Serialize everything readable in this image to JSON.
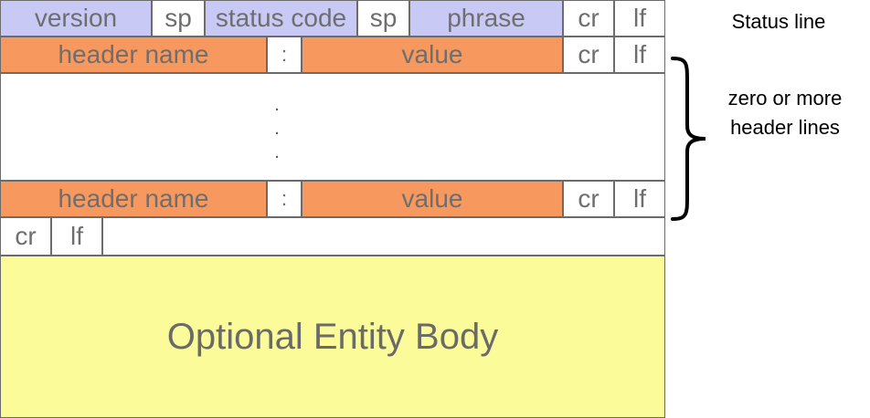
{
  "status_line": {
    "cells": [
      "version",
      "sp",
      "status code",
      "sp",
      "phrase",
      "cr",
      "lf"
    ],
    "label": "Status  line"
  },
  "header_line": {
    "name": "header name",
    "colon": ":",
    "value": "value",
    "cr": "cr",
    "lf": "lf"
  },
  "ellipsis": [
    ".",
    ".",
    "."
  ],
  "end_line": {
    "cr": "cr",
    "lf": "lf"
  },
  "body": {
    "label": "Optional Entity Body"
  },
  "brace_label": {
    "line1": "zero or more",
    "line2": "header lines"
  },
  "colors": {
    "status_fill": "#c9c9f5",
    "header_fill": "#f7995f",
    "body_fill": "#fbfb9a",
    "border": "#6b6b6b",
    "text": "#6e6e6e"
  }
}
